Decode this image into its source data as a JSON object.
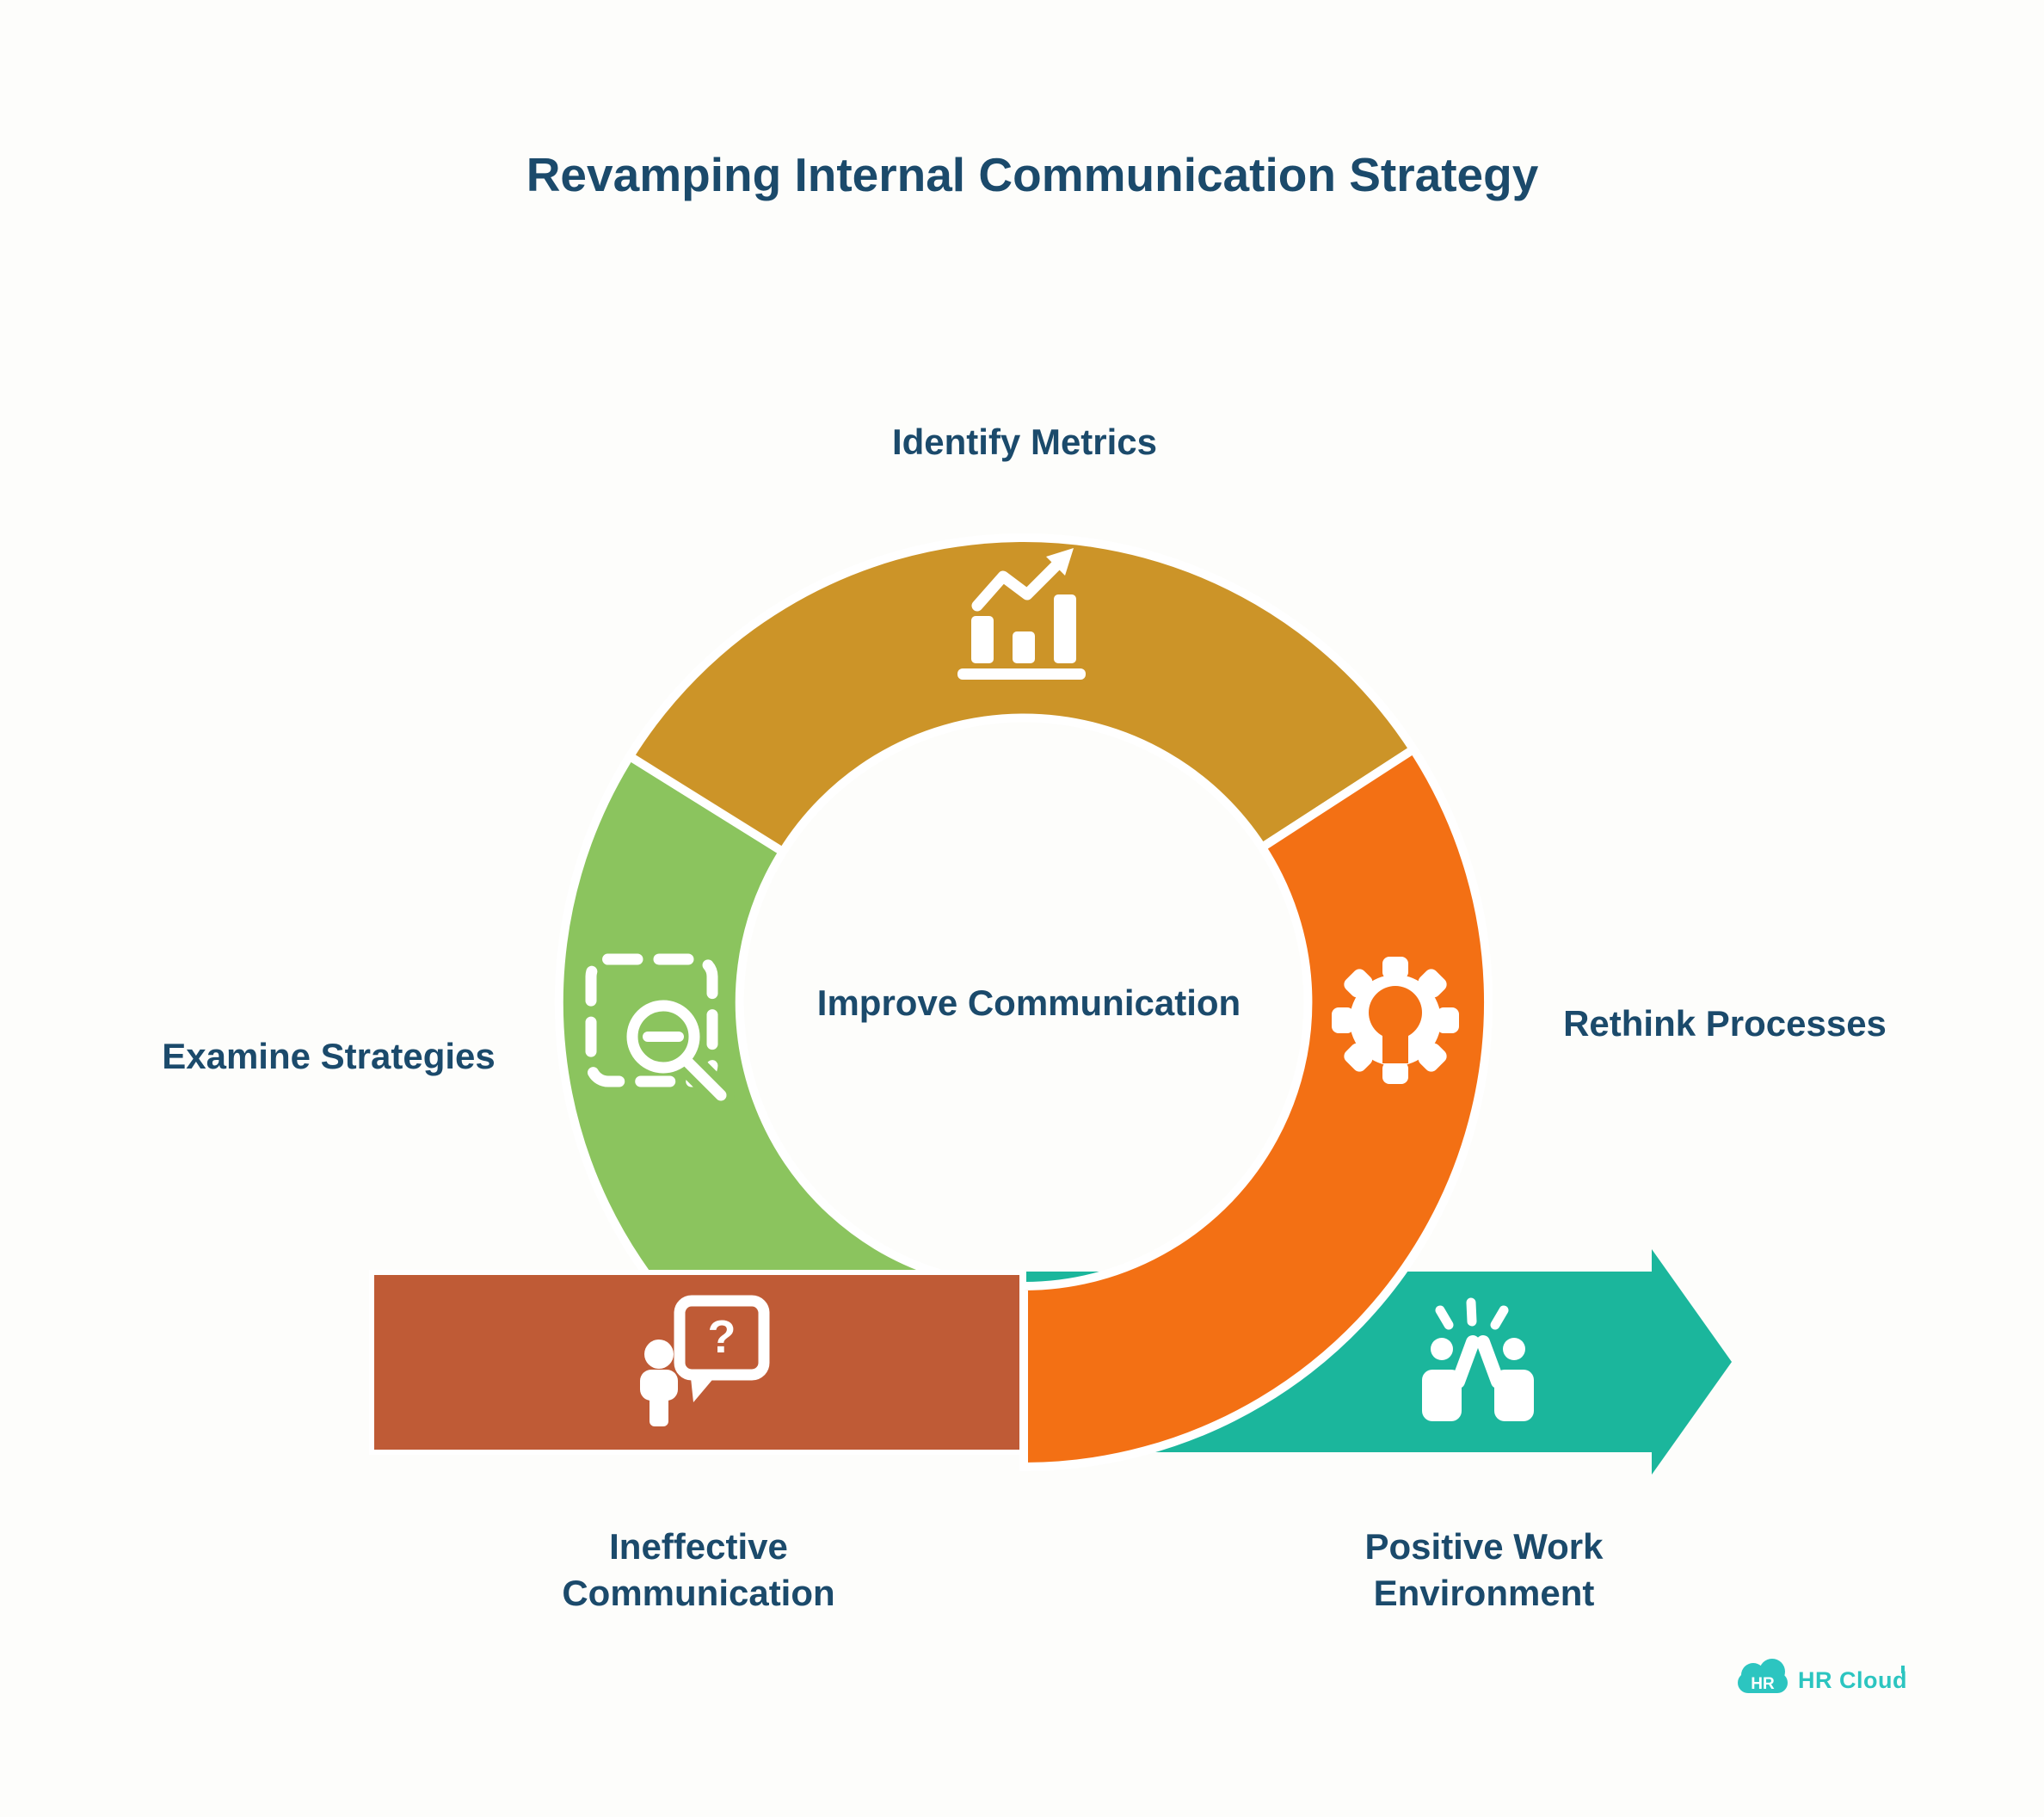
{
  "title": "Revamping Internal Communication Strategy",
  "center_label": "Improve Communication",
  "steps": {
    "identify": {
      "label": "Identify Metrics"
    },
    "examine": {
      "label": "Examine Strategies"
    },
    "rethink": {
      "label": "Rethink Processes"
    },
    "ineffective": {
      "line1": "Ineffective",
      "line2": "Communication"
    },
    "positive": {
      "line1": "Positive Work",
      "line2": "Environment"
    }
  },
  "icons": {
    "question_mark": "?",
    "names": [
      "bar-chart-icon",
      "zoom-selection-icon",
      "gear-icon",
      "person-question-icon",
      "high-five-icon"
    ]
  },
  "logo": {
    "badge_text": "HR",
    "brand": "HR Cloud"
  },
  "colors": {
    "navy": "#1B4A6B",
    "gold": "#CC9428",
    "green": "#8BC45E",
    "orange": "#F37014",
    "red": "#BF5B36",
    "teal": "#1BB69C",
    "logo_teal": "#2CC5C0",
    "background": "#FDFDFB"
  }
}
